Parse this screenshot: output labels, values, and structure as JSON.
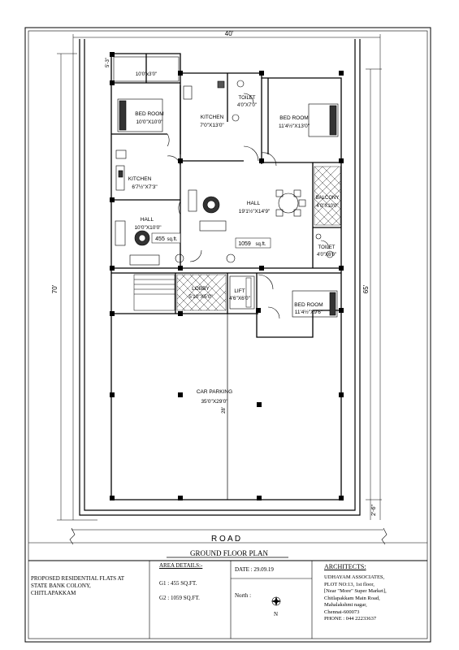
{
  "plan": {
    "overall_width": "40'",
    "overall_length": "70'",
    "right_length": "65'",
    "right_setback": "2'-6\"",
    "top_setback": "5'-3\"",
    "duct": "10'0\"x3'0\"",
    "rooms": {
      "bedroom1": {
        "name": "BED ROOM",
        "size": "10'0\"X10'0\""
      },
      "kitchen1": {
        "name": "KITCHEN",
        "size": "7'0\"X13'0\""
      },
      "toilet1": {
        "name": "TOILET",
        "size": "4'0\"X7'0\""
      },
      "bedroom2": {
        "name": "BED ROOM",
        "size": "11'4½\"X13'0\""
      },
      "kitchen2": {
        "name": "KITCHEN",
        "size": "6'7½\"X7'3\""
      },
      "hall2": {
        "name": "HALL",
        "size": "19'1½\"X14'9\""
      },
      "balcony": {
        "name": "BALCONY",
        "size": "4'0\"X10'0\""
      },
      "hall1": {
        "name": "HALL",
        "size": "10'0\"X10'0\""
      },
      "toilet2": {
        "name": "TOILET",
        "size": "4'0\"X6'0\""
      },
      "lobby": {
        "name": "LOBBY",
        "size": "5'10\"X5'0\""
      },
      "lift": {
        "name": "LIFT",
        "size": "4'6\"X6'0\""
      },
      "bedroom3": {
        "name": "BED ROOM",
        "size": "11'4½\"X9'6\""
      },
      "parking": {
        "name": "CAR PARKING",
        "size": "35'0\"X29'0\"",
        "dim": "28'"
      }
    },
    "area_g1": "455",
    "area_g2": "1059",
    "area_unit": "sq.ft.",
    "road": "R O A D",
    "title": "GROUND  FLOOR  PLAN"
  },
  "title_block": {
    "project": [
      "PROPOSED RESIDENTIAL FLATS AT",
      "STATE BANK COLONY,",
      "CHITLAPAKKAM"
    ],
    "area_heading": "AREA DETAILS:-",
    "g1": "G1  :  455  SQ.FT.",
    "g2": "G2  :  1059  SQ.FT.",
    "date": "DATE  :  29.09.19",
    "north_label": "North  :",
    "north_letter": "N",
    "architects_heading": "ARCHITECTS:",
    "architects": [
      "UDHAYAM   ASSOCIATES,",
      "PLOT NO:13, 1st floor,",
      "[Near \"More\" Super Market],",
      "Chitlapakkam Main Road,",
      "Mahalakshmi nagar,",
      "Chennai-600073",
      "PHONE  :  044  22233637"
    ]
  }
}
